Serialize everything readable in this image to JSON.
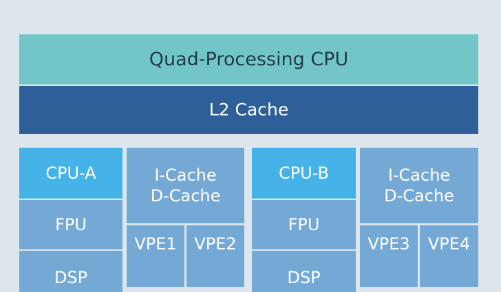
{
  "diagram": {
    "title": "Quad-Processing CPU",
    "l2_cache": "L2 Cache",
    "clusters": [
      {
        "cpu": "CPU-A",
        "fpu": "FPU",
        "dsp": "DSP",
        "icache": "I-Cache",
        "dcache": "D-Cache",
        "vpes": [
          "VPE1",
          "VPE2"
        ]
      },
      {
        "cpu": "CPU-B",
        "fpu": "FPU",
        "dsp": "DSP",
        "icache": "I-Cache",
        "dcache": "D-Cache",
        "vpes": [
          "VPE3",
          "VPE4"
        ]
      }
    ]
  },
  "colors": {
    "background": "#dde6ec",
    "title_bar": "#73c6c7",
    "l2_bar": "#2f5f98",
    "cpu_block": "#45b3e8",
    "unit_block": "#74a9d6"
  }
}
